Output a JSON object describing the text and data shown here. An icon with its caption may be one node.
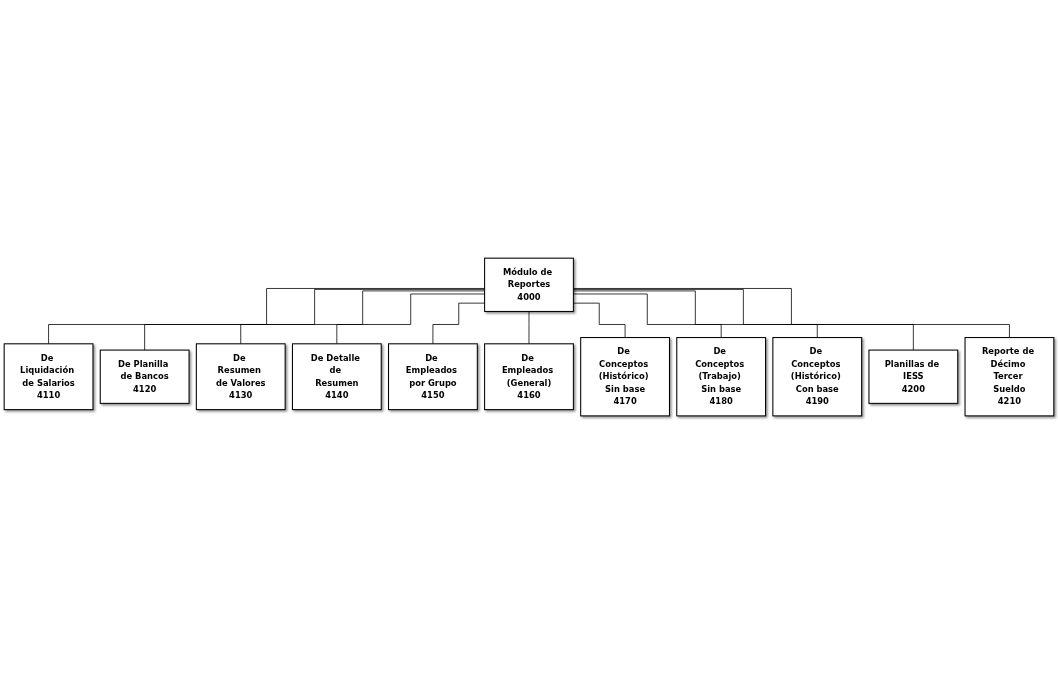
{
  "diagram": {
    "nodes": [
      {
        "text": [
          "Módulo de Reportes",
          "4000"
        ]
      },
      {
        "text": [
          "De Liquidación de Salarios",
          "4110"
        ]
      },
      {
        "text": [
          "De Planilla de Bancos",
          "4120"
        ]
      },
      {
        "text": [
          "De Resumen de Valores",
          "4130"
        ]
      },
      {
        "text": [
          "De Detalle de Resumen",
          "4140"
        ]
      },
      {
        "text": [
          "De Empleados por Grupo",
          "4150"
        ]
      },
      {
        "text": [
          "De Empleados (General)",
          "4160"
        ]
      },
      {
        "text": [
          "De Conceptos (Histórico) Sin base",
          "4170"
        ]
      },
      {
        "text": [
          "De Conceptos (Trabajo) Sin base",
          "4180"
        ]
      },
      {
        "text": [
          "De Conceptos (Histórico) Con base",
          "4190"
        ]
      },
      {
        "text": [
          "Planillas de IESS",
          "4200"
        ]
      },
      {
        "text": [
          "Reporte de Décimo Tercer Sueldo",
          "4210"
        ]
      }
    ],
    "edges": [
      {
        "from": 0,
        "to": 1,
        "arrow": "none"
      },
      {
        "from": 0,
        "to": 2,
        "arrow": "none"
      },
      {
        "from": 0,
        "to": 3,
        "arrow": "none"
      },
      {
        "from": 0,
        "to": 4,
        "arrow": "none"
      },
      {
        "from": 0,
        "to": 5,
        "arrow": "none"
      },
      {
        "from": 0,
        "to": 6,
        "arrow": "none"
      },
      {
        "from": 0,
        "to": 7,
        "arrow": "none"
      },
      {
        "from": 0,
        "to": 8,
        "arrow": "none"
      },
      {
        "from": 0,
        "to": 9,
        "arrow": "none"
      },
      {
        "from": 0,
        "to": 10,
        "arrow": "none"
      },
      {
        "from": 0,
        "to": 11,
        "arrow": "none"
      }
    ]
  }
}
